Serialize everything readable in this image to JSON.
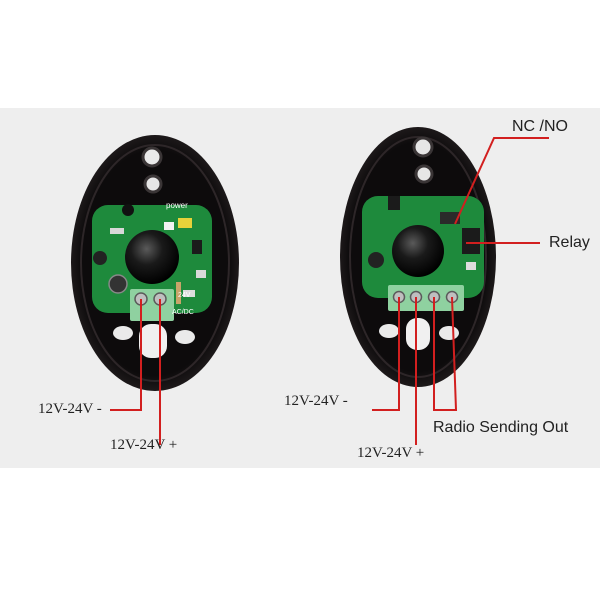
{
  "labels": {
    "left_negative": "12V-24V -",
    "left_positive": "12V-24V +",
    "right_negative": "12V-24V -",
    "right_positive": "12V-24V +",
    "nc_no": "NC /NO",
    "relay": "Relay",
    "radio_out": "Radio Sending Out"
  },
  "board_text": {
    "power": "power",
    "volt": "24V",
    "acdc": "AC/DC"
  },
  "colors": {
    "background_band": "#eeeeee",
    "housing": "#0d0b0c",
    "pcb": "#1e8a3c",
    "terminal": "#8fd1a0",
    "leader_line": "#d21f1f"
  }
}
